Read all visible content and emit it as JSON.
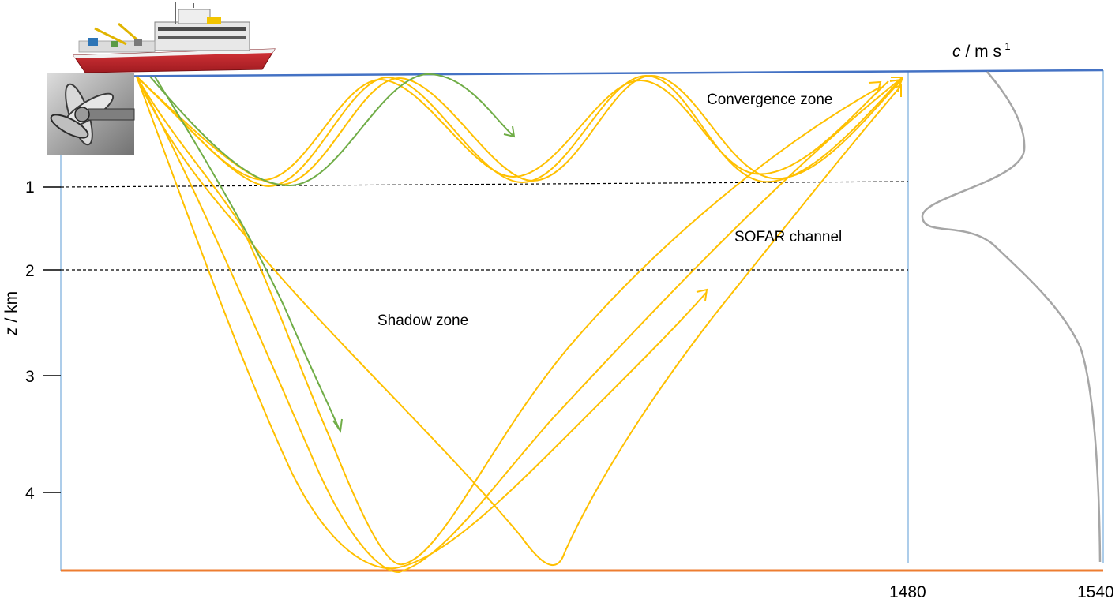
{
  "labels": {
    "convergence_zone": "Convergence zone",
    "sofar_channel": "SOFAR channel",
    "shadow_zone": "Shadow zone"
  },
  "depth_axis": {
    "label_symbol": "z",
    "label_unit": "/ km",
    "ticks": [
      "1",
      "2",
      "3",
      "4"
    ]
  },
  "speed_axis": {
    "label_symbol": "c",
    "label_unit": "/ m s",
    "label_exponent": "-1",
    "ticks": [
      "1480",
      "1540"
    ]
  },
  "colors": {
    "sea_surface": "#4472C4",
    "sea_floor": "#ED7D31",
    "ray_yellow": "#FFC000",
    "ray_green": "#70AD47",
    "speed_profile": "#A6A6A6",
    "frame_line": "#5B9BD5",
    "ship_hull": "#C8252C",
    "propeller_bg": "#BFBFBF"
  },
  "icons": {
    "ship": "research-vessel-icon",
    "propeller": "ship-propeller-photo-icon"
  }
}
